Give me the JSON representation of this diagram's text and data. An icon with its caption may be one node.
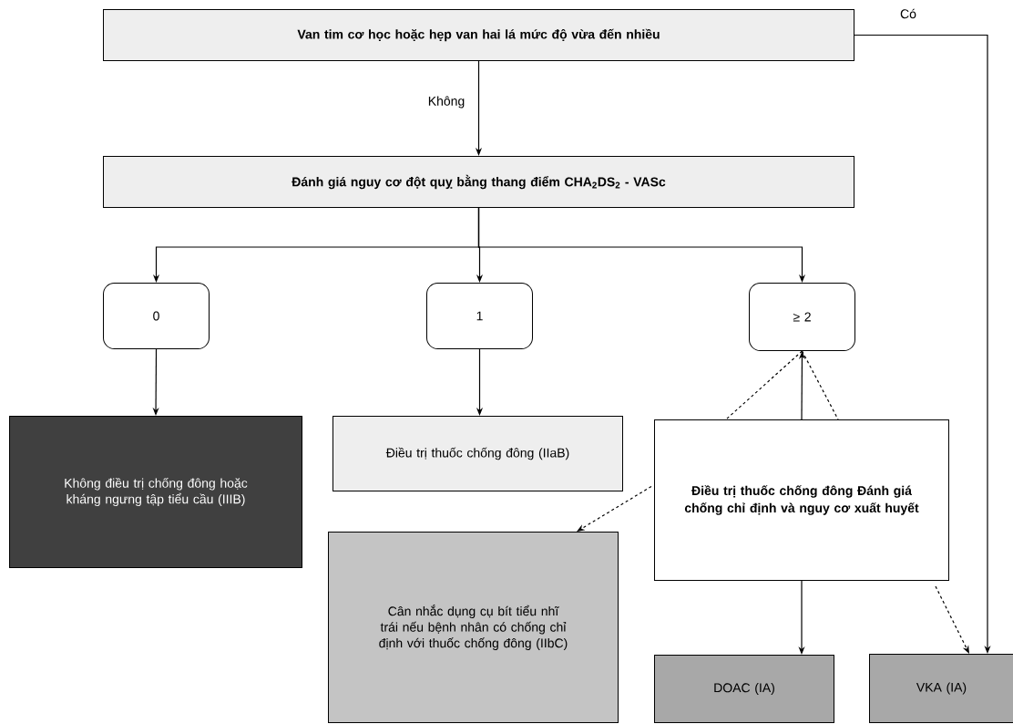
{
  "diagram": {
    "nodes": [
      {
        "text": [
          "Van tim cơ học hoặc hẹp van hai lá mức độ vừa đến nhiều"
        ]
      },
      {
        "text": [
          "Đánh giá nguy cơ đột quỵ bằng thang điểm CHA$_{2}$DS$_{2}$ - VASc"
        ]
      },
      {
        "text": [
          "0"
        ]
      },
      {
        "text": [
          "1"
        ]
      },
      {
        "text": [
          "≥ 2"
        ]
      },
      {
        "text": [
          "Không điều trị chống đông hoặc kháng ngưng tập tiểu cầu (IIIB)"
        ]
      },
      {
        "text": [
          "Điều trị thuốc chống đông (IIaB)"
        ]
      },
      {
        "text": [
          "Điều trị thuốc chống đông Đánh giá chống chỉ định và nguy cơ xuất huyết"
        ]
      },
      {
        "text": [
          "Cân nhắc dụng cụ bít tiểu nhĩ trái nếu bệnh nhân có chống chỉ định với thuốc chống đông (IIbC)"
        ]
      },
      {
        "text": [
          "DOAC (IA)"
        ]
      },
      {
        "text": [
          "VKA (IA)"
        ]
      }
    ],
    "edges": [
      {
        "from": 0,
        "to": 1,
        "arrow": "to",
        "label": "Không"
      },
      {
        "from": 0,
        "to": 10,
        "arrow": "to",
        "label": "Có"
      },
      {
        "from": 1,
        "to": 2,
        "arrow": "to"
      },
      {
        "from": 1,
        "to": 3,
        "arrow": "to"
      },
      {
        "from": 1,
        "to": 4,
        "arrow": "to"
      },
      {
        "from": 2,
        "to": 5,
        "arrow": "to"
      },
      {
        "from": 3,
        "to": 6,
        "arrow": "to"
      },
      {
        "from": 7,
        "to": 4,
        "arrow": "to"
      },
      {
        "from": 4,
        "to": 7,
        "arrow": "none",
        "style": "dashed"
      },
      {
        "from": 4,
        "to": 7,
        "arrow": "none",
        "style": "dashed"
      },
      {
        "from": 7,
        "to": 8,
        "arrow": "to",
        "style": "dashed"
      },
      {
        "from": 7,
        "to": 9,
        "arrow": "to"
      },
      {
        "from": 7,
        "to": 10,
        "arrow": "to",
        "style": "dashed"
      }
    ]
  }
}
